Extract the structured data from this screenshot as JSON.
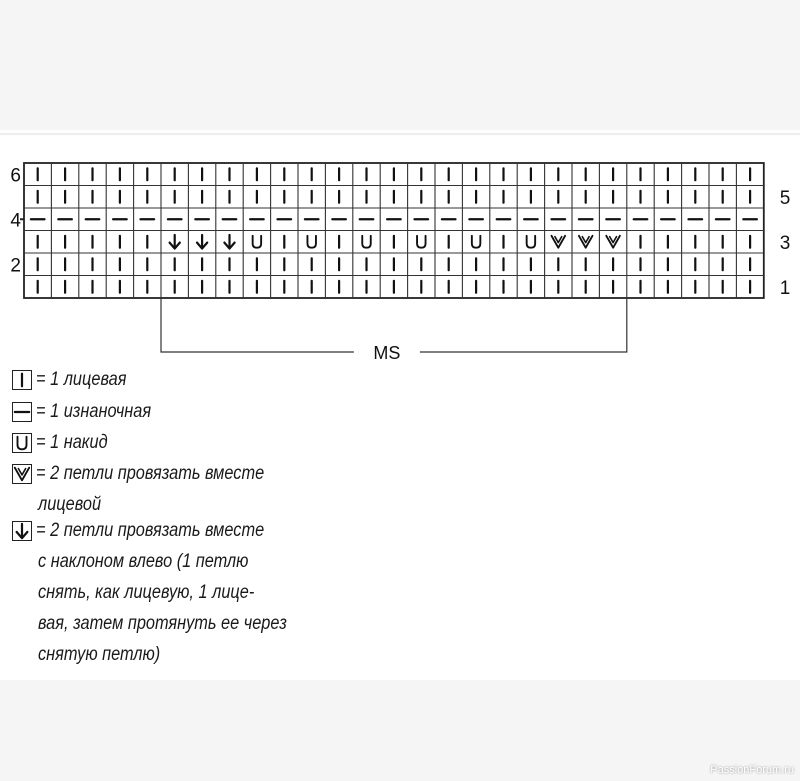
{
  "chart": {
    "symbols": [
      "knit",
      "purl",
      "yo",
      "k2tog",
      "ssk"
    ],
    "rows": [
      {
        "label": "6",
        "side": "left",
        "stitches": "KKKKKKKKKKKKKKKKKKKKKKKKKKK"
      },
      {
        "label": "5",
        "side": "right",
        "stitches": "KKKKKKKKKKKKKKKKKKKKKKKKKKK"
      },
      {
        "label": "4",
        "side": "left",
        "stitches": "PPPPPPPPPPPPPPPPPPPPPPPPPPP"
      },
      {
        "label": "3",
        "side": "right",
        "stitches": "KKKKKSSSYKYKYKYKYKYVVVKKKKK"
      },
      {
        "label": "2",
        "side": "left",
        "stitches": "KKKKKKKKKKKKKKKKKKKKKKKKKKK"
      },
      {
        "label": "1",
        "side": "right",
        "stitches": "KKKKKKKKKKKKKKKKKKKKKKKKKKK"
      }
    ],
    "repeat_label": "MS"
  },
  "legend": [
    {
      "symbol": "knit",
      "symbol_name": "knit-symbol",
      "lines": [
        "= 1 лицевая"
      ]
    },
    {
      "symbol": "purl",
      "symbol_name": "purl-symbol",
      "lines": [
        "= 1 изнаночная"
      ]
    },
    {
      "symbol": "yo",
      "symbol_name": "yarn-over-symbol",
      "lines": [
        "= 1 накид"
      ]
    },
    {
      "symbol": "k2tog",
      "symbol_name": "k2tog-symbol",
      "lines": [
        "= 2 петли провязать вместе",
        "лицевой"
      ]
    },
    {
      "symbol": "ssk",
      "symbol_name": "ssk-symbol",
      "lines": [
        "= 2 петли провязать вместе",
        "с наклоном влево (1 петлю",
        "снять, как лицевую, 1 лице-",
        "вая, затем протянуть ее через",
        "снятую петлю)"
      ]
    }
  ],
  "watermark": "PassionForum.ru"
}
